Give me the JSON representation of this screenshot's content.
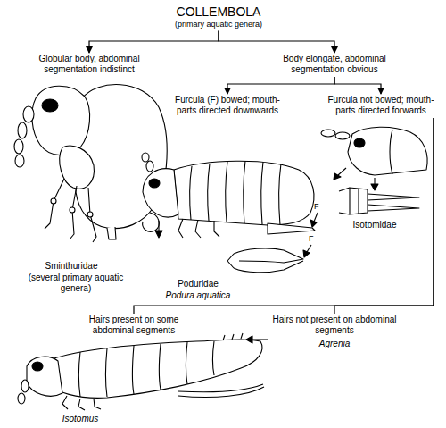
{
  "diagram": {
    "nodes": [
      {
        "text": [
          "COLLEMBOLA",
          "(primary aquatic genera)"
        ]
      },
      {
        "text": [
          "Globular body, abdominal segmentation indistinct"
        ]
      },
      {
        "text": [
          "Body elongate, abdominal segmentation obvious"
        ]
      },
      {
        "text": [
          "Furcula (F) bowed; mouth- parts directed downwards"
        ]
      },
      {
        "text": [
          "Furcula not bowed; mouth- parts directed forwards"
        ]
      },
      {
        "text": [
          "Hairs present on some abdominal segments"
        ]
      },
      {
        "text": [
          "Hairs not present on abdominal segments"
        ]
      }
    ],
    "edges": [
      {
        "from": 0,
        "to": 1,
        "arrow": "to"
      },
      {
        "from": 0,
        "to": 2,
        "arrow": "to"
      },
      {
        "from": 2,
        "to": 3,
        "arrow": "to"
      },
      {
        "from": 2,
        "to": 4,
        "arrow": "to"
      },
      {
        "from": 4,
        "to": 5,
        "arrow": "none"
      },
      {
        "from": 4,
        "to": 6,
        "arrow": "none"
      }
    ],
    "labels": [
      "Sminthuridae",
      "(several primary aquatic genera)",
      "F",
      "F",
      "Poduridae",
      "Podura aquatica",
      "Isotomidae",
      "Agrenia",
      "Isotomus"
    ]
  }
}
